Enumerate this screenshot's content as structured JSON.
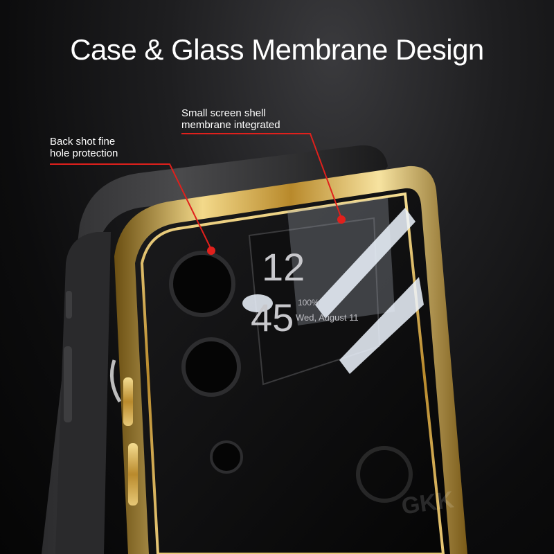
{
  "title": "Case & Glass Membrane Design",
  "callouts": [
    {
      "line1": "Back shot fine",
      "line2": "hole protection"
    },
    {
      "line1": "Small screen shell",
      "line2": "membrane integrated"
    }
  ],
  "screen": {
    "hour": "12",
    "minute": "45",
    "battery": "100%",
    "date": "Wed, August 11"
  },
  "watermark": "GKK",
  "colors": {
    "gold": "#d8b04a",
    "accent_red": "#e0201c",
    "background": "#141415"
  }
}
